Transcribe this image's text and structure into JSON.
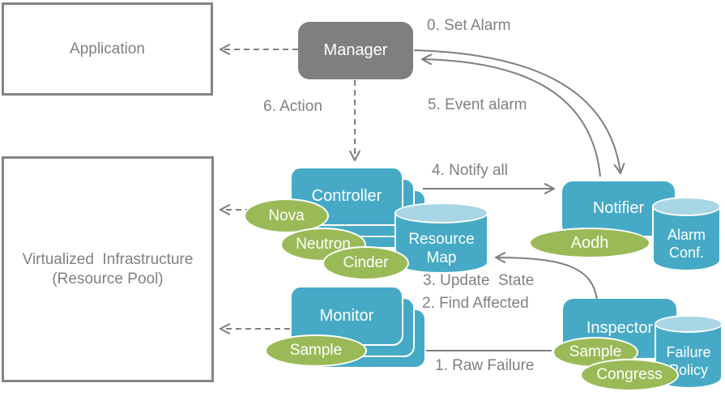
{
  "diagram": {
    "title_hint": "fault management architecture flow",
    "boxes": {
      "application": {
        "label": "Application"
      },
      "virtualized_infrastructure": {
        "label": "Virtualized  Infrastructure\n(Resource Pool)"
      },
      "manager": {
        "label": "Manager"
      },
      "controller": {
        "label": "Controller"
      },
      "monitor": {
        "label": "Monitor"
      },
      "notifier": {
        "label": "Notifier"
      },
      "inspector": {
        "label": "Inspector"
      }
    },
    "cylinders": {
      "resource_map": {
        "label": "Resource\nMap"
      },
      "alarm_conf": {
        "label": "Alarm\nConf."
      },
      "failure_policy": {
        "label": "Failure\nPolicy"
      }
    },
    "components": {
      "nova": "Nova",
      "neutron": "Neutron",
      "cinder": "Cinder",
      "aodh": "Aodh",
      "monitor_sample": "Sample",
      "inspector_sample": "Sample",
      "congress": "Congress"
    },
    "steps": {
      "set_alarm": "0. Set Alarm",
      "raw_failure": "1. Raw Failure",
      "find_affected": "2. Find Affected",
      "update_state": "3. Update  State",
      "notify_all": "4. Notify all",
      "event_alarm": "5. Event alarm",
      "action": "6. Action"
    },
    "colors": {
      "teal": "#46aac6",
      "teal_light": "#a8d6e5",
      "green": "#9aba58",
      "gray": "#7f7f7f",
      "text_gray": "#808080",
      "white": "#ffffff"
    }
  }
}
